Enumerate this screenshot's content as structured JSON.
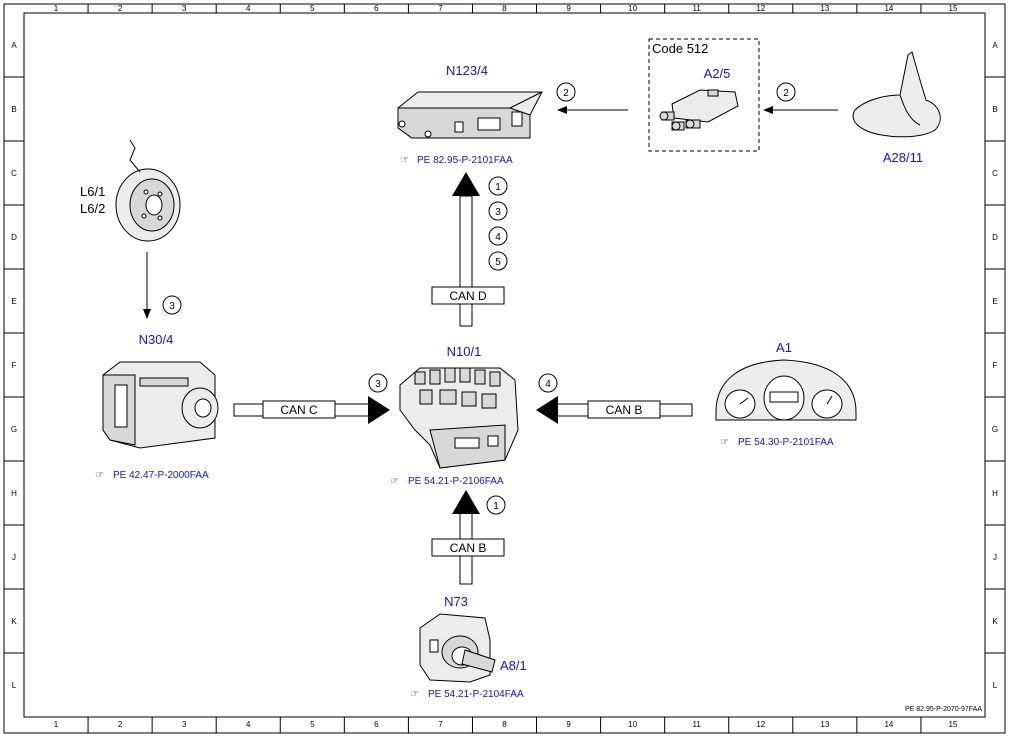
{
  "border": {
    "columns": [
      "1",
      "2",
      "3",
      "4",
      "5",
      "6",
      "7",
      "8",
      "9",
      "10",
      "11",
      "12",
      "13",
      "14",
      "15"
    ],
    "rows": [
      "A",
      "B",
      "C",
      "D",
      "E",
      "F",
      "G",
      "H",
      "J",
      "K",
      "L"
    ]
  },
  "document_code": "PE 82.95-P-2070-97FAA",
  "components": {
    "n123_4": {
      "label": "N123/4",
      "ref": "PE 82.95-P-2101FAA"
    },
    "a2_5": {
      "label": "A2/5",
      "code_box": "Code 512"
    },
    "a28_11": {
      "label": "A28/11"
    },
    "l6": {
      "label1": "L6/1",
      "label2": "L6/2"
    },
    "n30_4": {
      "label": "N30/4",
      "ref": "PE 42.47-P-2000FAA"
    },
    "n10_1": {
      "label": "N10/1",
      "ref": "PE 54.21-P-2106FAA"
    },
    "a1": {
      "label": "A1",
      "ref": "PE 54.30-P-2101FAA"
    },
    "n73": {
      "label": "N73",
      "sublabel": "A8/1",
      "ref": "PE 54.21-P-2104FAA"
    }
  },
  "buses": {
    "can_d": "CAN D",
    "can_c": "CAN C",
    "can_b_right": "CAN B",
    "can_b_bottom": "CAN B"
  },
  "signals": {
    "a2_to_n123": "2",
    "a28_to_a2": "2",
    "n10_to_n123": [
      "1",
      "3",
      "4",
      "5"
    ],
    "l6_to_n30": "3",
    "n30_to_n10": "3",
    "a1_to_n10": "4",
    "n73_to_n10": "1"
  }
}
